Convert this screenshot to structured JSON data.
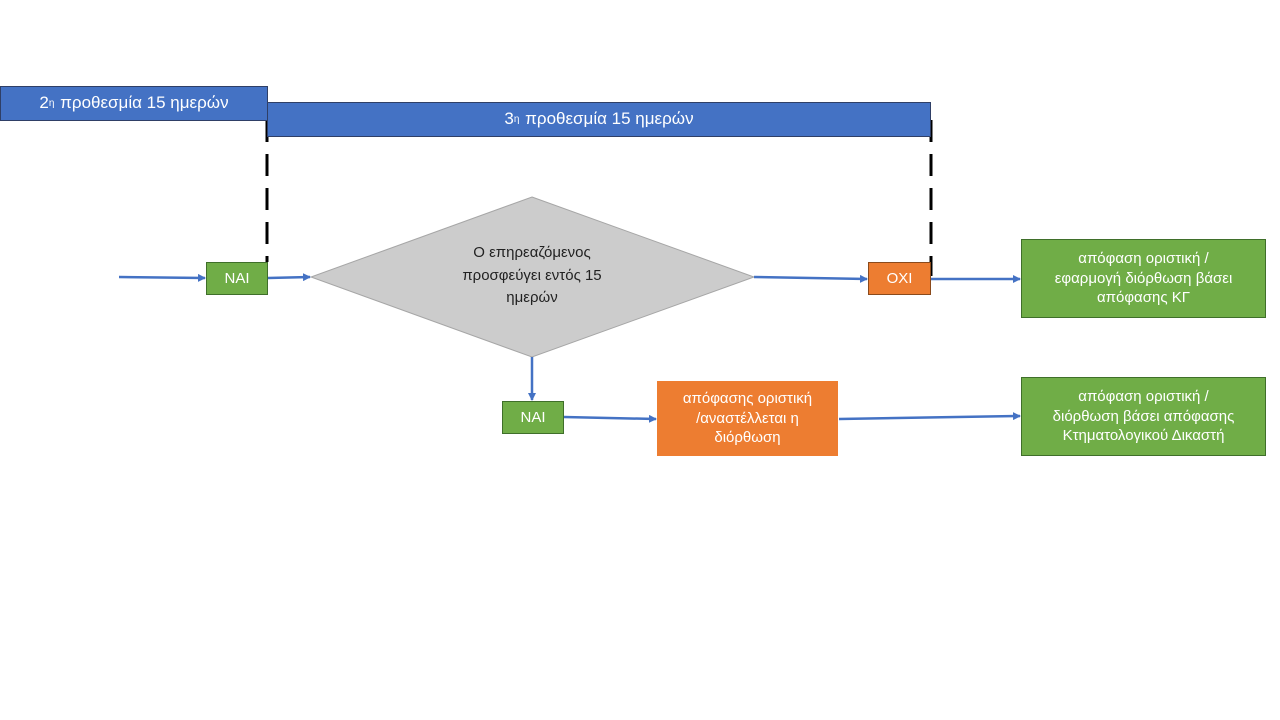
{
  "colors": {
    "blue": "#4472c4",
    "green": "#70ad47",
    "orange": "#ed7d31",
    "decision_gray": "#c8c8c8",
    "connector": "#4472c4",
    "dashed_line": "#000000"
  },
  "deadlines": {
    "second": {
      "ordinal": "2",
      "superscript": "η",
      "text": "προθεσμία 15 ημερών"
    },
    "third": {
      "ordinal": "3",
      "superscript": "η",
      "text": "προθεσμία 15 ημερών"
    }
  },
  "nodes": {
    "yes_entry": "NAI",
    "decision": [
      "Ο επηρεαζόμενος",
      "προσφεύγει εντός 15",
      "ημερών"
    ],
    "no_branch": "OXI",
    "result_no": [
      "απόφαση οριστική /",
      "εφαρμογή διόρθωση βάσει",
      "απόφασης ΚΓ"
    ],
    "yes_branch": "NAI",
    "suspended": [
      "απόφασης οριστική",
      "/αναστέλλεται η",
      "διόρθωση"
    ],
    "result_yes": [
      "απόφαση οριστική /",
      "διόρθωση βάσει απόφασης",
      "Κτηματολογικού Δικαστή"
    ]
  }
}
